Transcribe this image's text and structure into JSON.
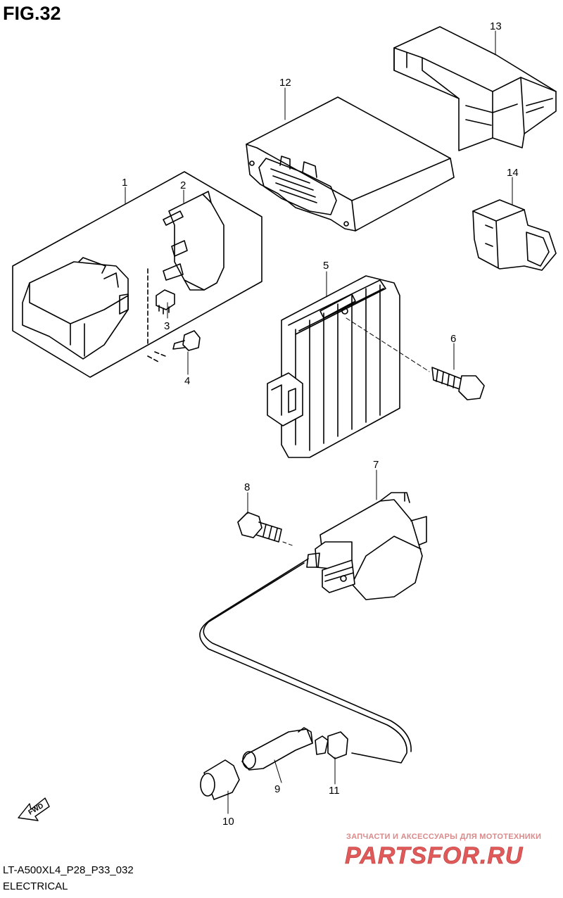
{
  "figure": {
    "title": "FIG.32",
    "code": "LT-A500XL4_P28_P33_032",
    "section": "ELECTRICAL"
  },
  "callouts": [
    "1",
    "2",
    "3",
    "4",
    "5",
    "6",
    "7",
    "8",
    "9",
    "10",
    "11",
    "12",
    "13",
    "14"
  ],
  "direction_marker": "FWD",
  "watermark": {
    "tagline": "ЗАПЧАСТИ И АКСЕССУАРЫ ДЛЯ МОТОТЕХНИКИ",
    "brand": "PARTSFOR.RU",
    "color": "#e05a5a"
  },
  "colors": {
    "line": "#000000",
    "background": "#ffffff"
  }
}
